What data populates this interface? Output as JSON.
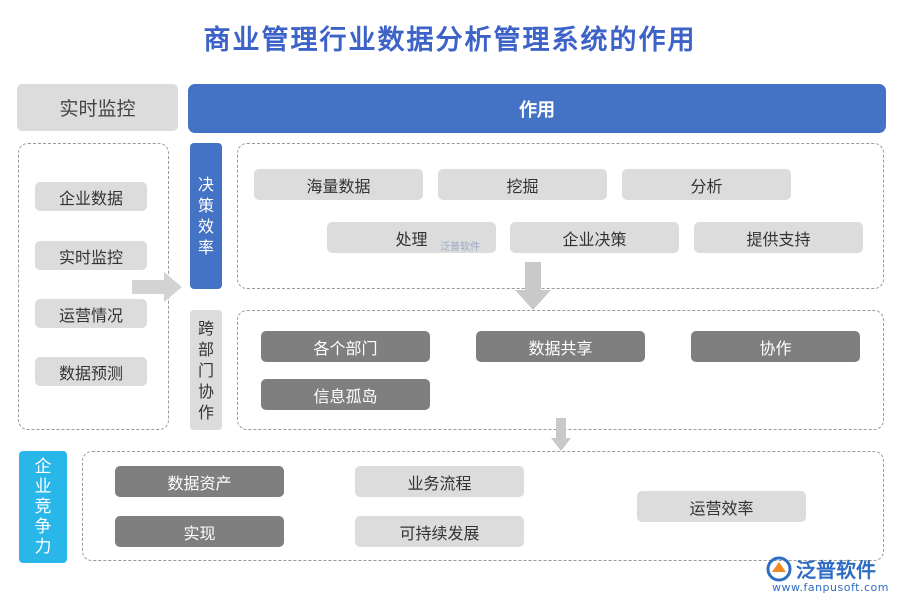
{
  "title": "商业管理行业数据分析管理系统的作用",
  "header_left": "实时监控",
  "header_main": "作用",
  "left_items": [
    "企业数据",
    "实时监控",
    "运营情况",
    "数据预测"
  ],
  "side_tab_1": [
    "决",
    "策",
    "效",
    "率"
  ],
  "side_tab_2": [
    "跨",
    "部",
    "门",
    "协",
    "作"
  ],
  "side_tab_3": [
    "企",
    "业",
    "竞",
    "争",
    "力"
  ],
  "section1": {
    "row1": [
      "海量数据",
      "挖掘",
      "分析"
    ],
    "row2": [
      "处理",
      "企业决策",
      "提供支持"
    ],
    "watermark": "泛普软件"
  },
  "section2": {
    "row1": [
      "各个部门",
      "数据共享",
      "协作"
    ],
    "row2": [
      "信息孤岛"
    ]
  },
  "section3": {
    "col1": [
      "数据资产",
      "实现"
    ],
    "col2": [
      "业务流程",
      "可持续发展"
    ],
    "col3": "运营效率"
  },
  "logo": {
    "name": "泛普软件",
    "url": "www.fanpusoft.com"
  },
  "colors": {
    "title": "#3d63c9",
    "accent_blue": "#4472c4",
    "accent_cyan": "#29b6e8",
    "light_box": "#dcdcdc",
    "dark_box": "#7f7f7f"
  }
}
